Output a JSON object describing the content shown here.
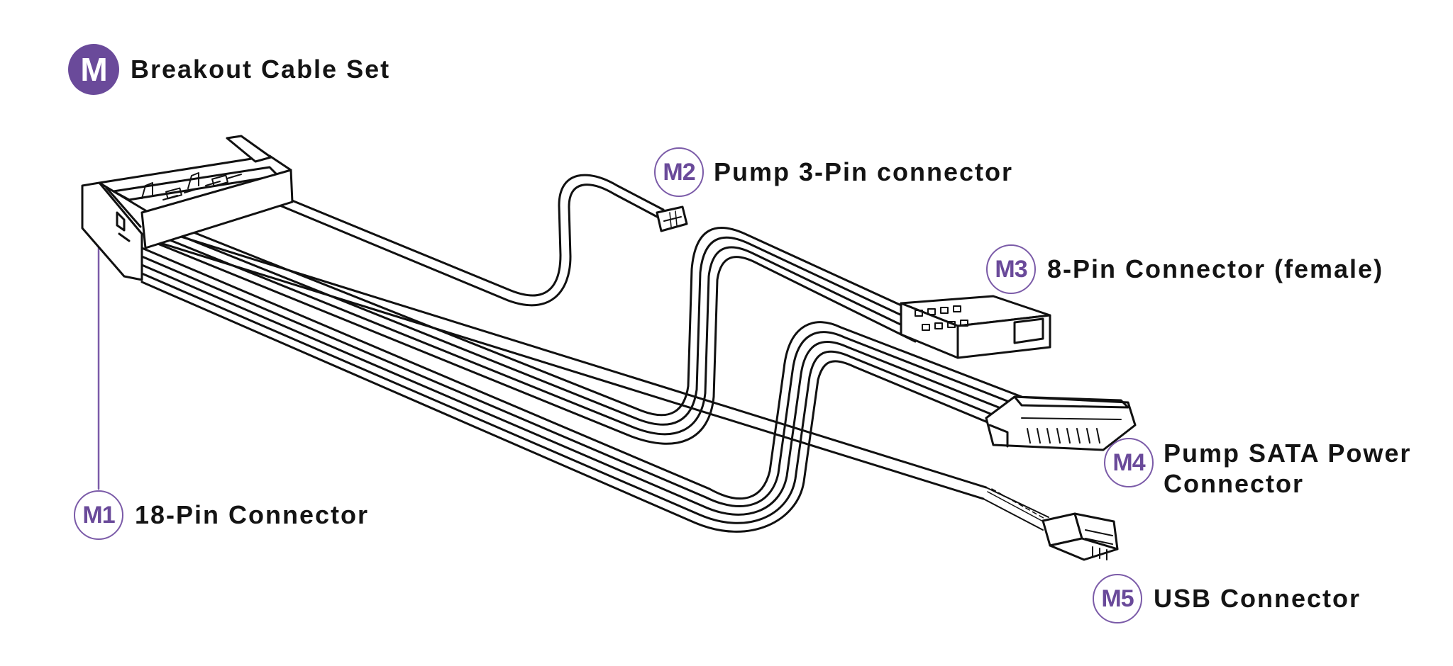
{
  "title": {
    "badge": "M",
    "text": "Breakout Cable Set"
  },
  "callouts": [
    {
      "id": "M1",
      "badge": "M1",
      "label": "18-Pin Connector"
    },
    {
      "id": "M2",
      "badge": "M2",
      "label": "Pump 3-Pin connector"
    },
    {
      "id": "M3",
      "badge": "M3",
      "label": "8-Pin Connector (female)"
    },
    {
      "id": "M4",
      "badge": "M4",
      "label_line1": "Pump SATA Power",
      "label_line2": "Connector"
    },
    {
      "id": "M5",
      "badge": "M5",
      "label": "USB Connector"
    }
  ],
  "colors": {
    "accent": "#6a4a9a",
    "accent_outline": "#7b5ba8",
    "ink": "#141414",
    "background": "#ffffff"
  }
}
